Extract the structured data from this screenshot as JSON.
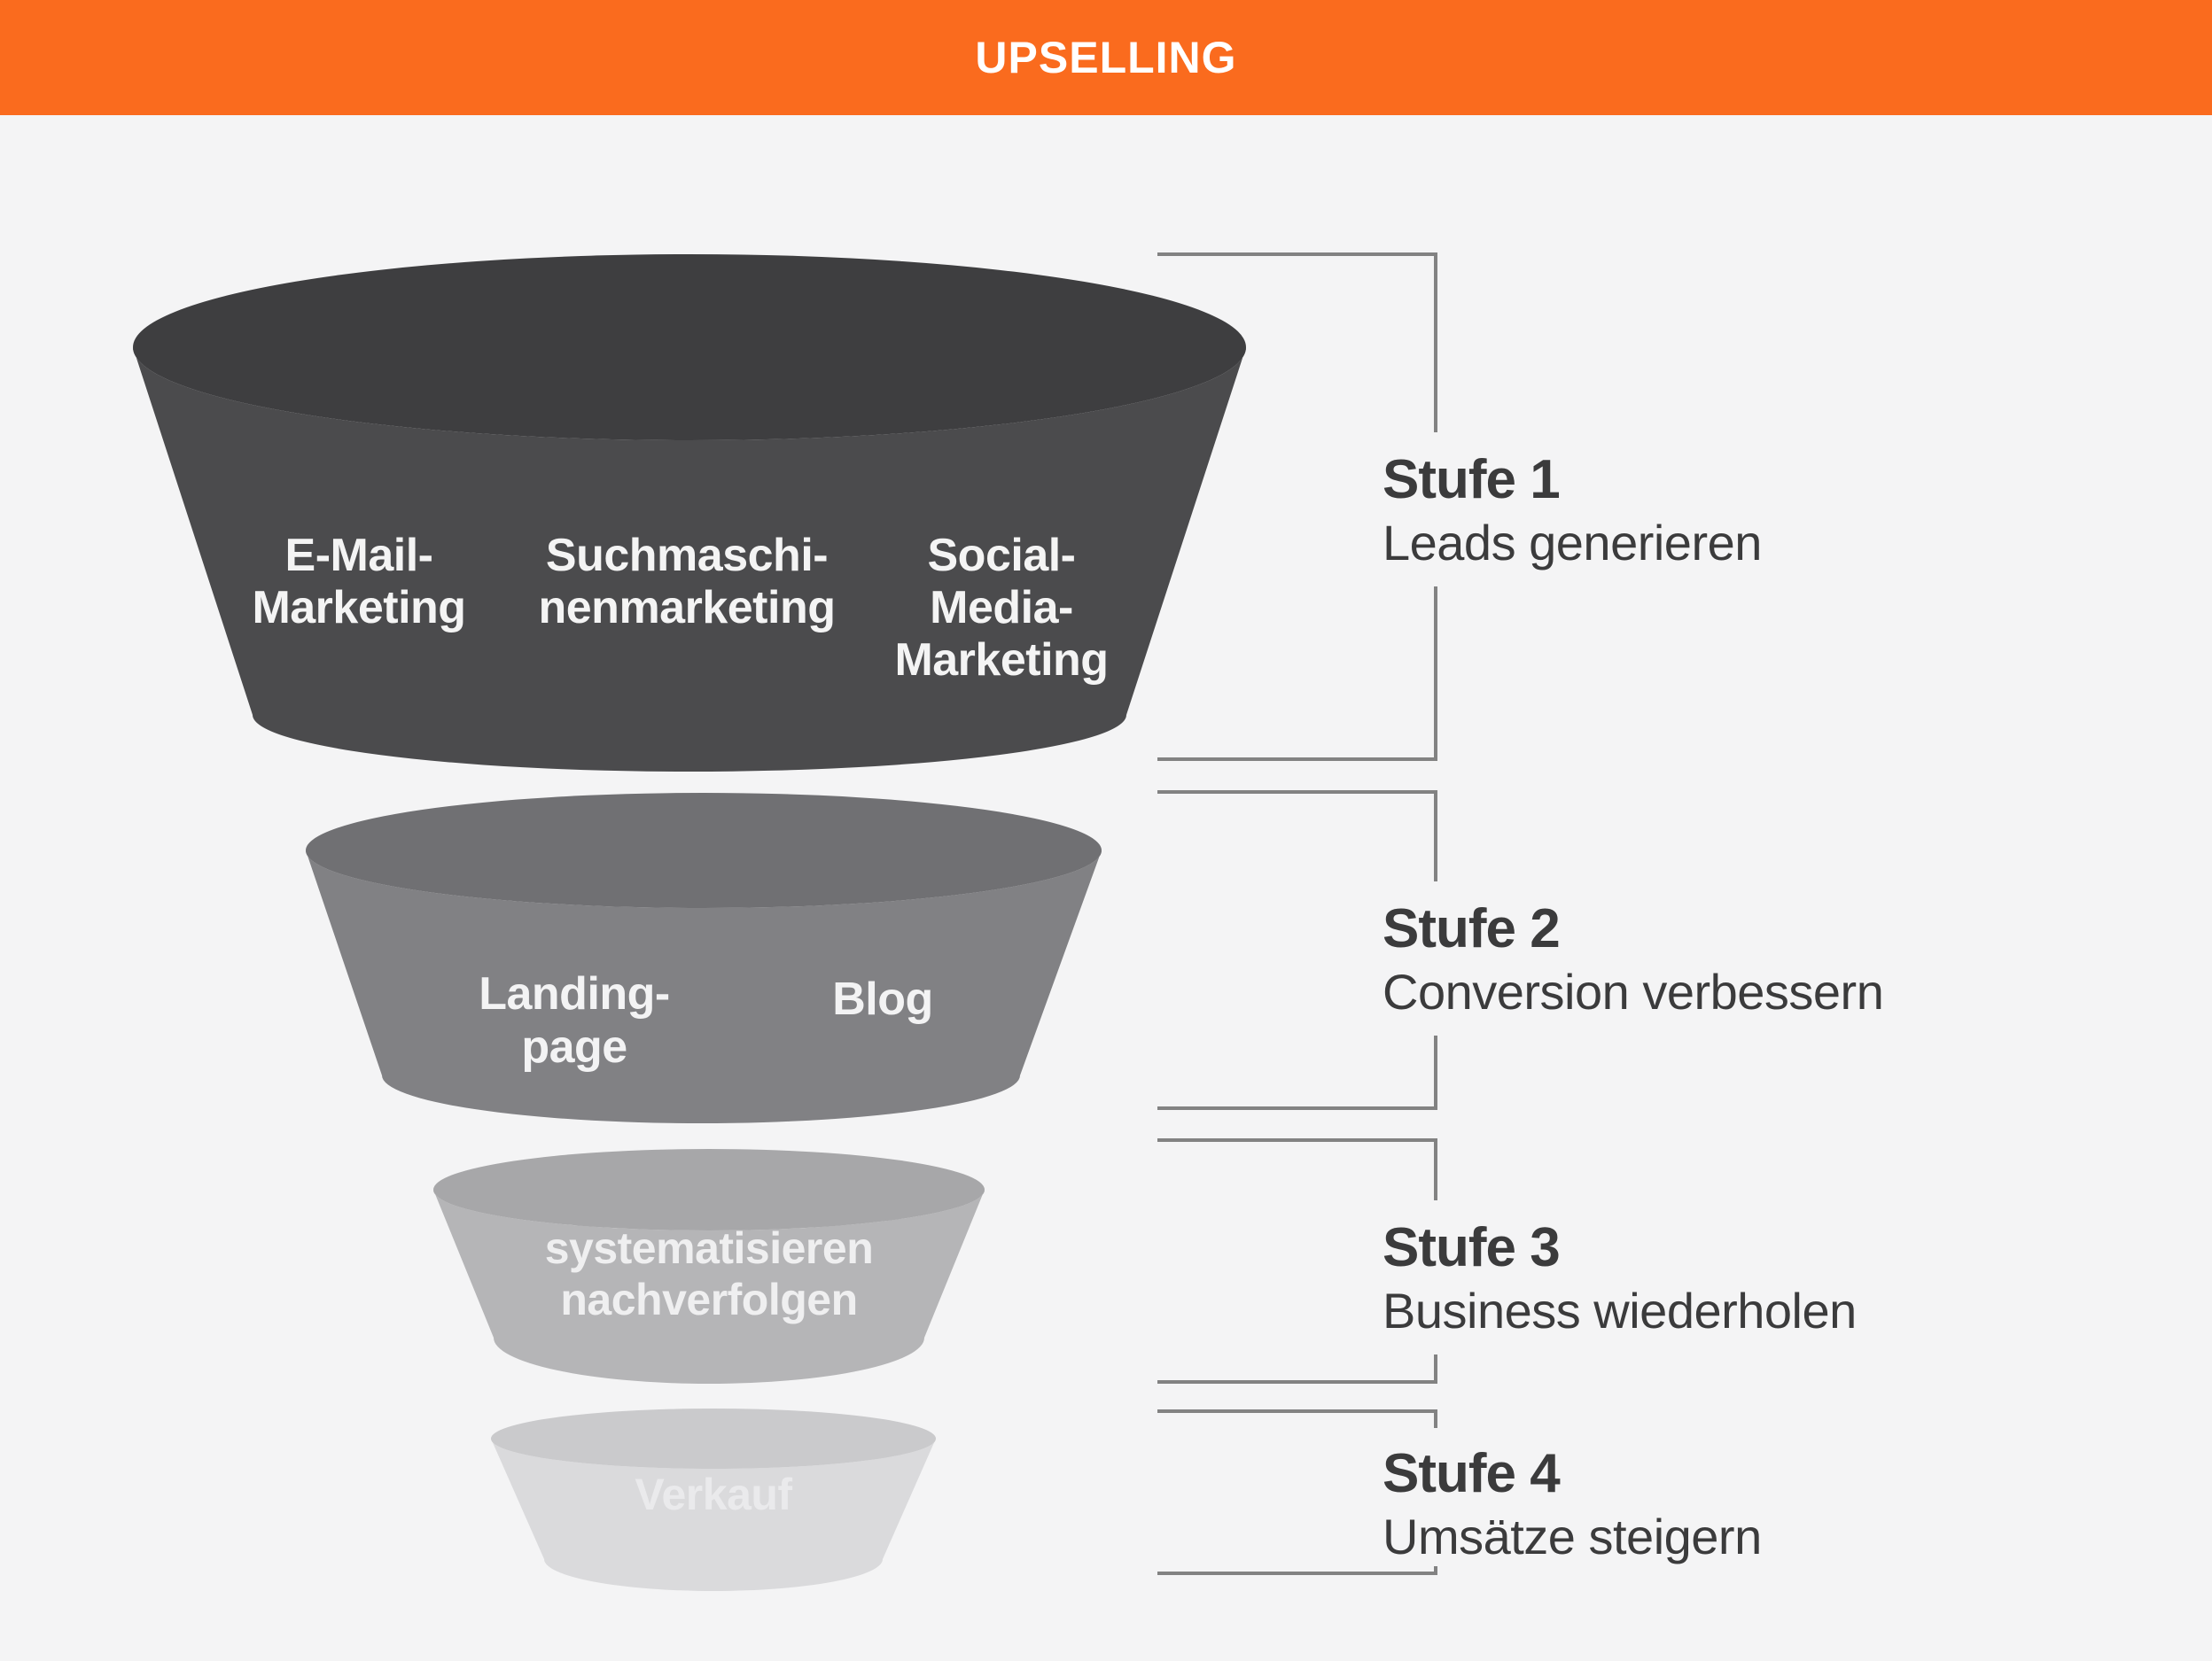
{
  "header": {
    "title": "UPSELLING",
    "bg_color": "#fa6b1e",
    "text_color": "#ffffff"
  },
  "colors": {
    "page_background": "#f4f4f5",
    "bracket_line": "#828282",
    "stage_text": "#3b3b3c"
  },
  "funnel": {
    "tiers": [
      {
        "name": "tier-1",
        "top_color": "#3e3e40",
        "body_color": "#4b4b4d",
        "label_color": "#f4f4f4",
        "columns": [
          {
            "lines": [
              "E-Mail-",
              "Marketing"
            ]
          },
          {
            "lines": [
              "Suchmaschi-",
              "nenmarketing"
            ]
          },
          {
            "lines": [
              "Social-",
              "Media-",
              "Marketing"
            ]
          }
        ]
      },
      {
        "name": "tier-2",
        "top_color": "#707073",
        "body_color": "#818184",
        "label_color": "#f3f3f4",
        "columns": [
          {
            "lines": [
              "Landing-",
              "page"
            ]
          },
          {
            "lines": [
              "Blog"
            ]
          }
        ]
      },
      {
        "name": "tier-3",
        "top_color": "#a7a7a9",
        "body_color": "#b5b5b7",
        "label_color": "#efeff0",
        "columns": [
          {
            "lines": [
              "systematisieren",
              "nachverfolgen"
            ]
          }
        ]
      },
      {
        "name": "tier-4",
        "top_color": "#cacacc",
        "body_color": "#dadadc",
        "label_color": "#eaeaec",
        "columns": [
          {
            "lines": [
              "Verkauf"
            ]
          }
        ]
      }
    ]
  },
  "stages": [
    {
      "name": "Stufe 1",
      "description": "Leads generieren"
    },
    {
      "name": "Stufe 2",
      "description": "Conversion verbessern"
    },
    {
      "name": "Stufe 3",
      "description": "Business wiederholen"
    },
    {
      "name": "Stufe 4",
      "description": "Umsätze steigern"
    }
  ]
}
